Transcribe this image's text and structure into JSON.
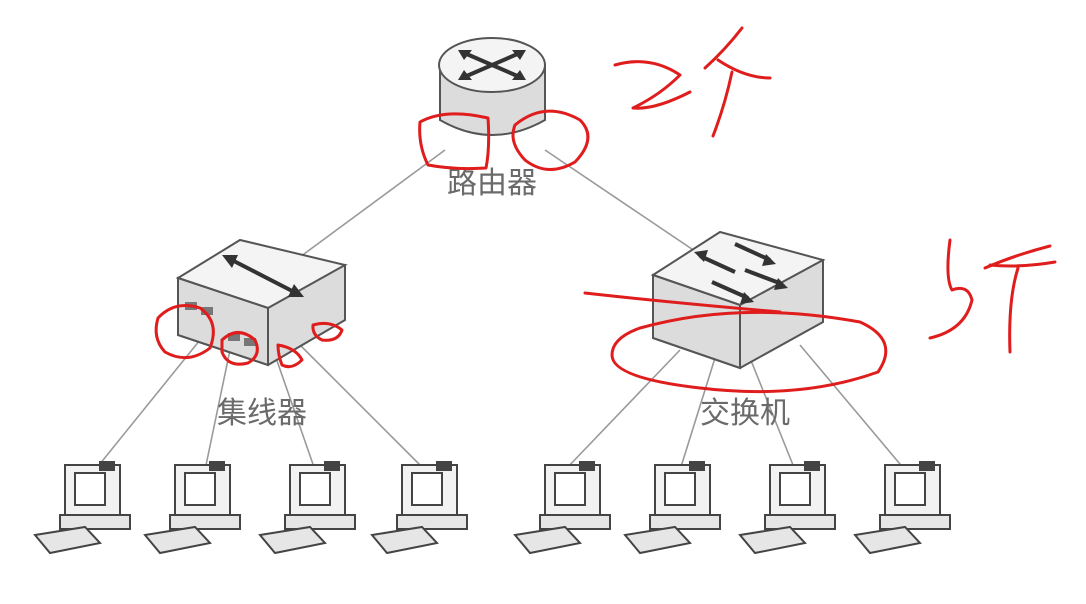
{
  "labels": {
    "router": "路由器",
    "hub": "集线器",
    "switch": "交换机"
  },
  "colors": {
    "annotation": "#e01d1d",
    "device_outline": "#555555",
    "link": "#9a9a9a"
  }
}
